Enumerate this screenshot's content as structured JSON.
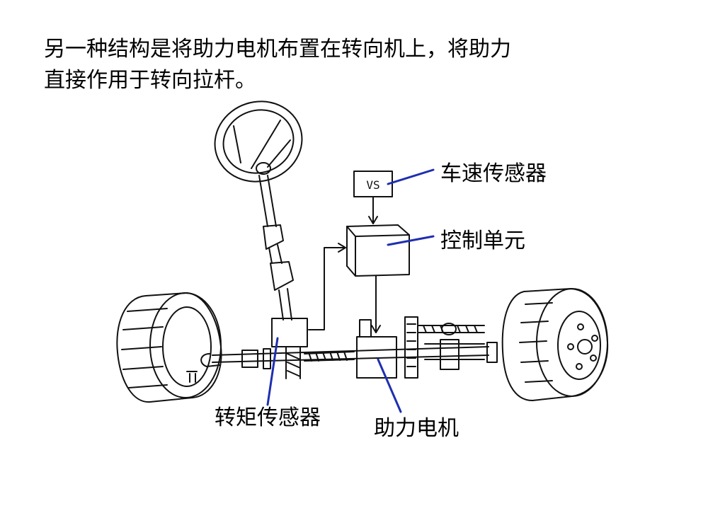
{
  "headline": {
    "line1": "另一种结构是将助力电机布置在转向机上，将助力",
    "line2": "直接作用于转向拉杆。"
  },
  "diagram": {
    "vs_box_text": "VS",
    "labels": {
      "vehicle_speed_sensor": "车速传感器",
      "control_unit": "控制单元",
      "torque_sensor": "转矩传感器",
      "assist_motor": "助力电机"
    },
    "colors": {
      "pointer": "#1f2fb0",
      "ink": "#111111"
    }
  }
}
